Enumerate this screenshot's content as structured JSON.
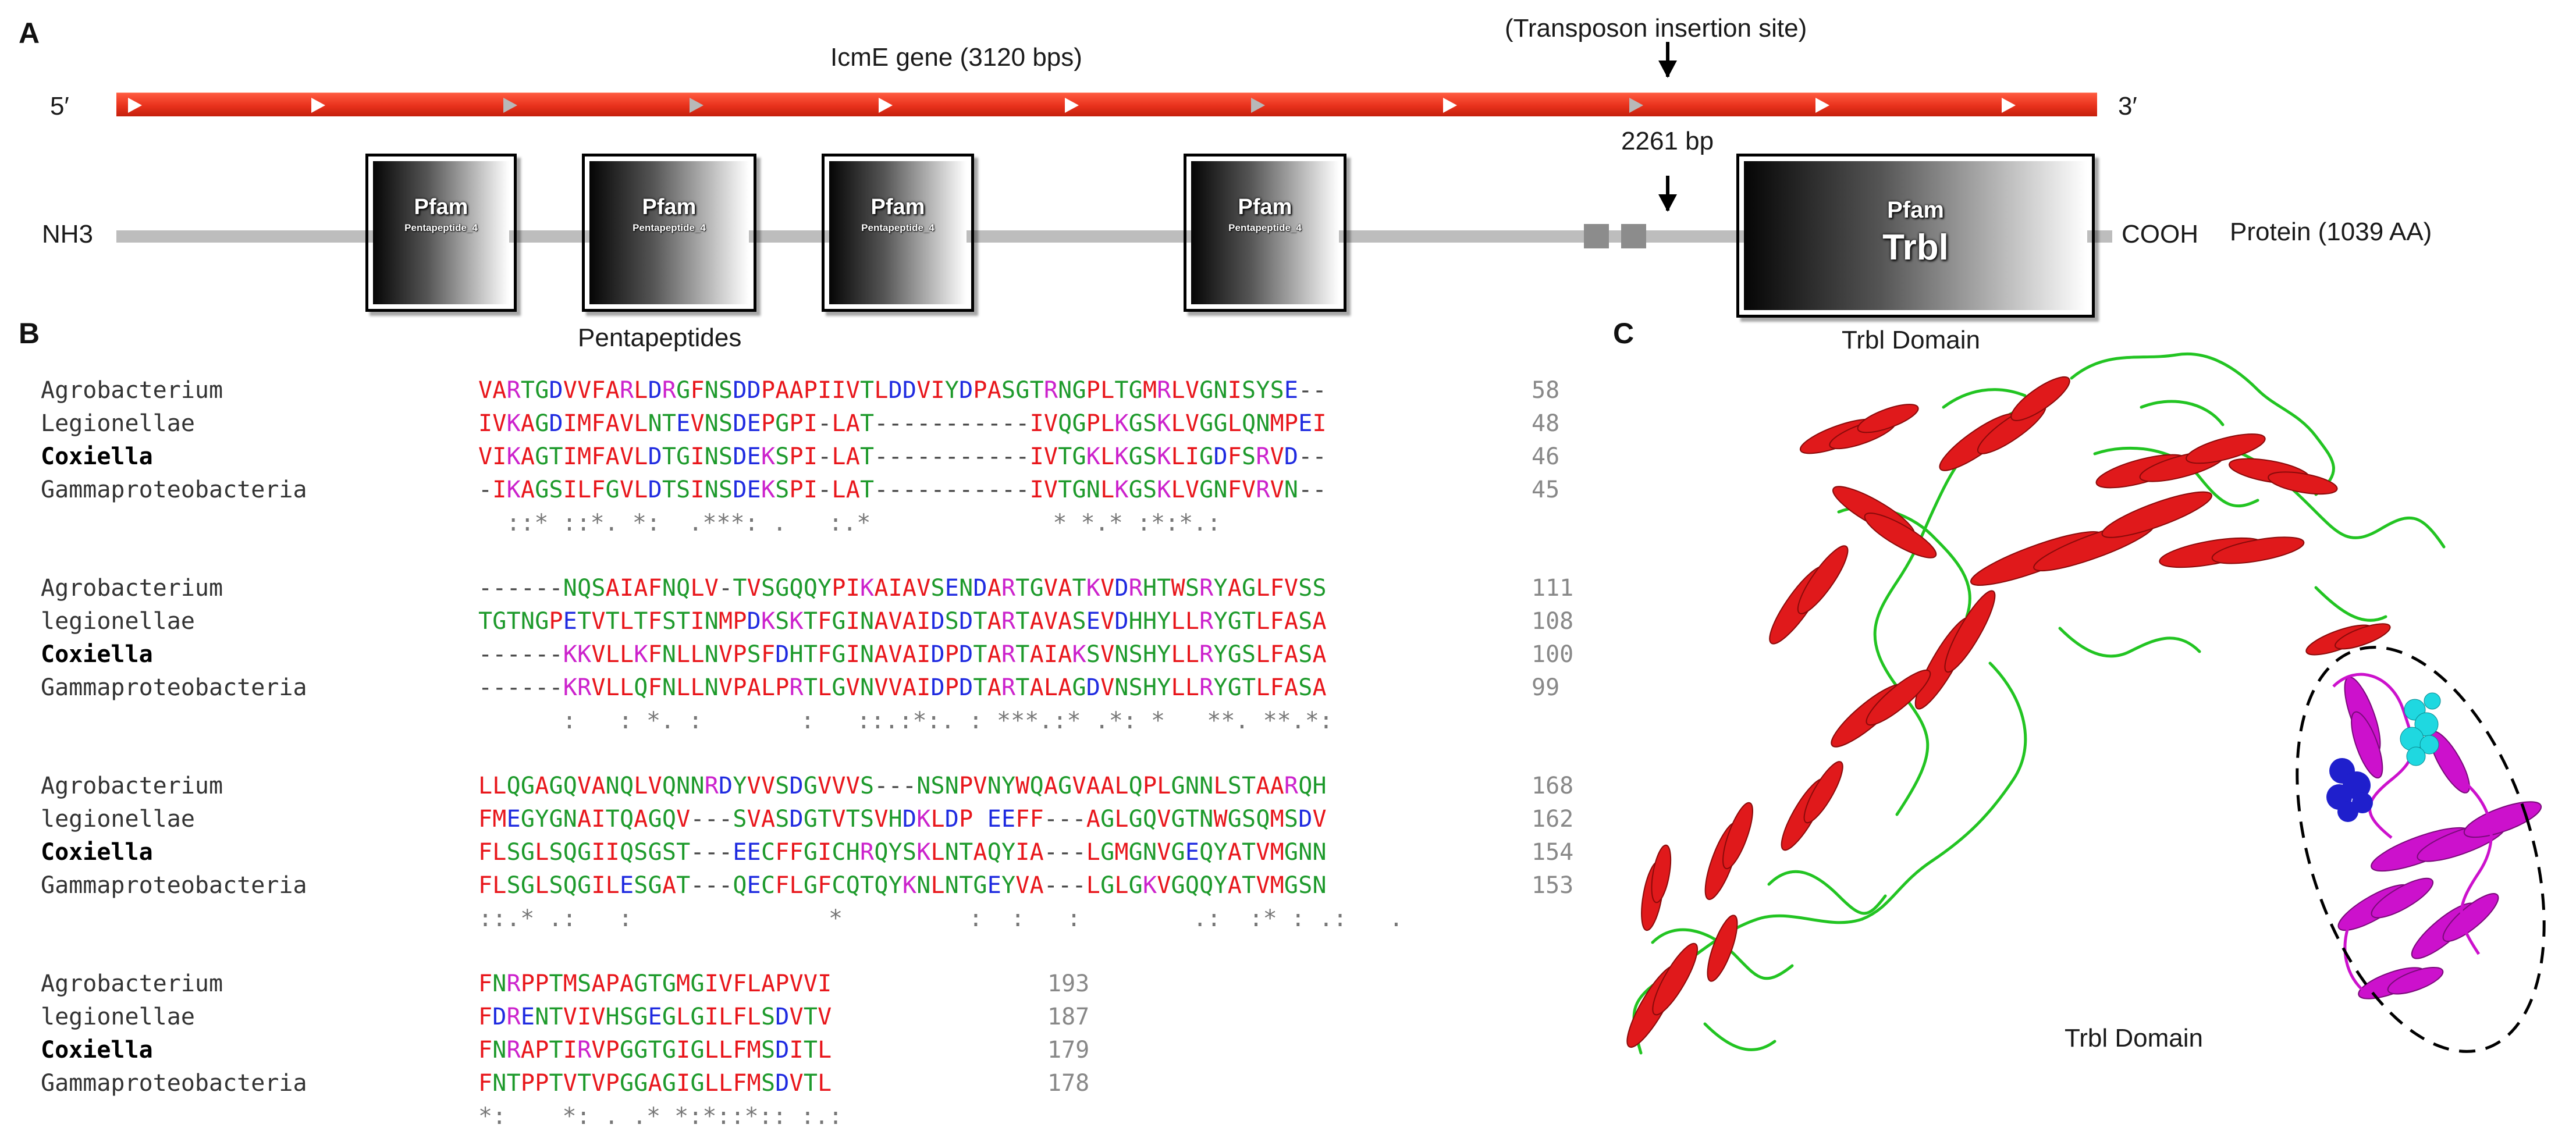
{
  "panels": {
    "a": "A",
    "b": "B",
    "c": "C"
  },
  "panel_a": {
    "gene_title": "IcmE gene (3120 bps)",
    "five_prime": "5′",
    "three_prime": "3′",
    "transposon_label": "(Transposon insertion site)",
    "insertion_bp": "2261 bp",
    "n_term": "NH3",
    "c_term": "COOH",
    "protein_label": "Protein (1039 AA)",
    "pfam_domains": [
      {
        "title": "Pfam",
        "subtitle": "Pentapeptide_4"
      },
      {
        "title": "Pfam",
        "subtitle": "Pentapeptide_4"
      },
      {
        "title": "Pfam",
        "subtitle": "Pentapeptide_4"
      },
      {
        "title": "Pfam",
        "subtitle": "Pentapeptide_4"
      }
    ],
    "pentapeptides_caption": "Pentapeptides",
    "trbl_box": {
      "title": "Pfam",
      "name": "Trbl"
    },
    "trbl_caption": "Trbl Domain"
  },
  "panel_b": {
    "blocks": [
      {
        "rows": [
          {
            "name": "Agrobacterium",
            "bold": false,
            "seq": "VARTGDVVFARLDRGFNSDDPAAPIIVTLDDVIYDPASGTRNGPLTGMRLVGNISYSE--",
            "end": "58"
          },
          {
            "name": "Legionellae",
            "bold": false,
            "seq": "IVKAGDIMFAVLNTEVNSDEPGPI-LAT-----------IVQGPLKGSKLVGGLQNMPEI",
            "end": "48"
          },
          {
            "name": "Coxiella",
            "bold": true,
            "seq": "VIKAGTIMFAVLDTGINSDEKSPI-LAT-----------IVTGKLKGSKLIGDFSRVD--",
            "end": "46"
          },
          {
            "name": "Gammaproteobacteria",
            "bold": false,
            "seq": "-IKAGSILFGVLDTSINSDEKSPI-LAT-----------IVTGNLKGSKLVGNFVRVN--",
            "end": "45"
          }
        ],
        "consensus": "  ::* ::*. *:  .***: .   :.*             * *.* :*:*.:    "
      },
      {
        "rows": [
          {
            "name": "Agrobacterium",
            "bold": false,
            "seq": "------NQSAIAFNQLV-TVSGQQYPIKAIAVSENDARTGVATKVDRHTWSRYAGLFVSS",
            "end": "111"
          },
          {
            "name": "legionellae",
            "bold": false,
            "seq": "TGTNGPETVTLTFSTINMPDKSKTFGINAVAIDSDTARTAVASEVDHHYLLRYGTLFASA",
            "end": "108"
          },
          {
            "name": "Coxiella",
            "bold": true,
            "seq": "------KKVLLKFNLLNVPSFDHTFGINAVAIDPDTARTAIAKSVNSHYLLRYGSLFASA",
            "end": "100"
          },
          {
            "name": "Gammaproteobacteria",
            "bold": false,
            "seq": "------KRVLLQFNLLNVPALPRTLGVNVVAIDPDTARTALAGDVNSHYLLRYGTLFASA",
            "end": "99"
          }
        ],
        "consensus": "      :   : *. :       :   ::.:*:. : ***.:* .*: *   **. **.*:"
      },
      {
        "rows": [
          {
            "name": "Agrobacterium",
            "bold": false,
            "seq": "LLQGAGQVANQLVQNNRDYVVSDGVVVS---NSNPVNYWQAGVAALQPLGNNLSTAARQH",
            "end": "168"
          },
          {
            "name": "legionellae",
            "bold": false,
            "seq": "FMEGYGNAITQAGQV---SVASDGTVTSVHDKLDP EEFF---AGLGQVGTNWGSQMSDV",
            "end": "162"
          },
          {
            "name": "Coxiella",
            "bold": true,
            "seq": "FLSGLSQGIIQSGST---EECFFGICHRQYSKLNTAQYIA---LGMGNVGEQYATVMGNN",
            "end": "154"
          },
          {
            "name": "Gammaproteobacteria",
            "bold": false,
            "seq": "FLSGLSQGILESGAT---QECFLGFCQTQYKNLNTGEYVA---LGLGKVGQQYATVMGSN",
            "end": "153"
          }
        ],
        "consensus": "::.* .:   :              *         :  :   :        .:  :* : .:   ."
      },
      {
        "rows": [
          {
            "name": "Agrobacterium",
            "bold": false,
            "seq": "FNRPPTMSAPAGTGMGIVFLAPVVI",
            "end": "193"
          },
          {
            "name": "legionellae",
            "bold": false,
            "seq": "FDRENTVIVHSGEGLGILFLSDVTV",
            "end": "187"
          },
          {
            "name": "Coxiella",
            "bold": true,
            "seq": "FNRAPTIRVPGGTGIGLLFMSDITL",
            "end": "179"
          },
          {
            "name": "Gammaproteobacteria",
            "bold": false,
            "seq": "FNTPPTVTVPGGAGIGLLFMSDVTL",
            "end": "178"
          }
        ],
        "consensus": "*:    *: . .* *:*::*:: :.:"
      }
    ],
    "residue_colors": {
      "hydrophobic": "#e8161b",
      "polar": "#1e9a2c",
      "acidic": "#1f2be0",
      "basic": "#cc22cc",
      "gap": "#444444"
    }
  },
  "panel_c": {
    "domain_label": "Trbl Domain",
    "colors": {
      "helix": "#e0191b",
      "loop": "#22c422",
      "trbl": "#cc11cc",
      "ligand1": "#1f1fcc",
      "ligand2": "#1fd8e0"
    }
  }
}
